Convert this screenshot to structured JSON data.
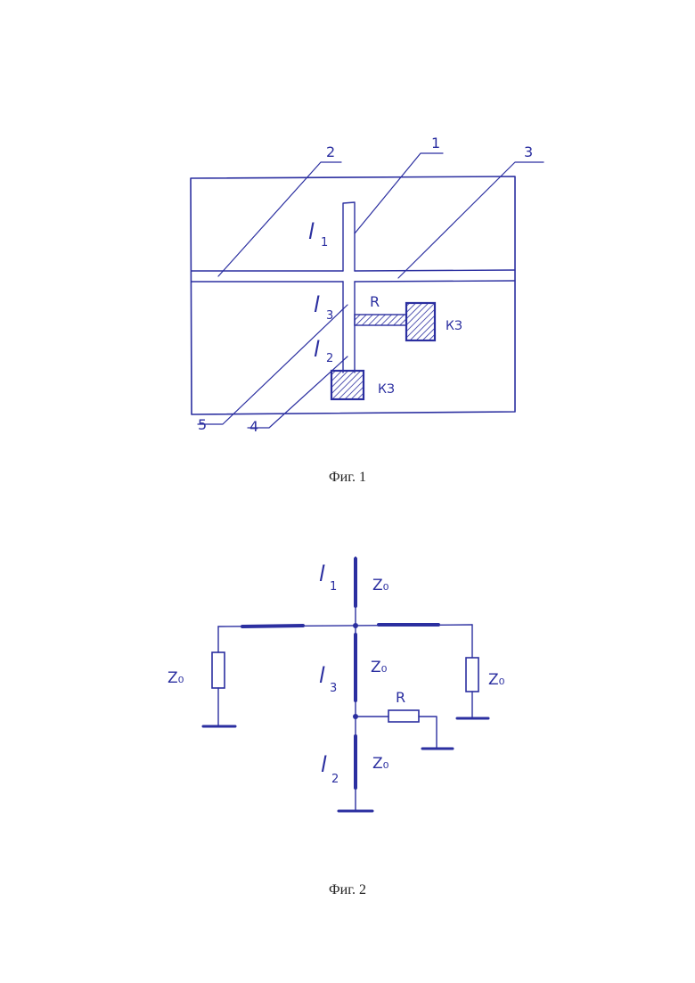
{
  "figure1": {
    "caption": "Фиг. 1",
    "callouts": [
      "1",
      "2",
      "3",
      "4",
      "5"
    ],
    "labels": {
      "l1": "l",
      "l1_sub": "1",
      "l2": "l",
      "l2_sub": "2",
      "l3": "l",
      "l3_sub": "3",
      "resistor": "R",
      "short_right": "КЗ",
      "short_bottom": "КЗ"
    }
  },
  "figure2": {
    "caption": "Фиг. 2",
    "labels": {
      "l1": "l",
      "l1_sub": "1",
      "l3": "l",
      "l3_sub": "3",
      "l2": "l",
      "l2_sub": "2",
      "z_top": "Z₀",
      "z_mid": "Z₀",
      "z_bottom": "Z₀",
      "z_left": "Z₀",
      "z_right": "Z₀",
      "resistor": "R"
    }
  }
}
